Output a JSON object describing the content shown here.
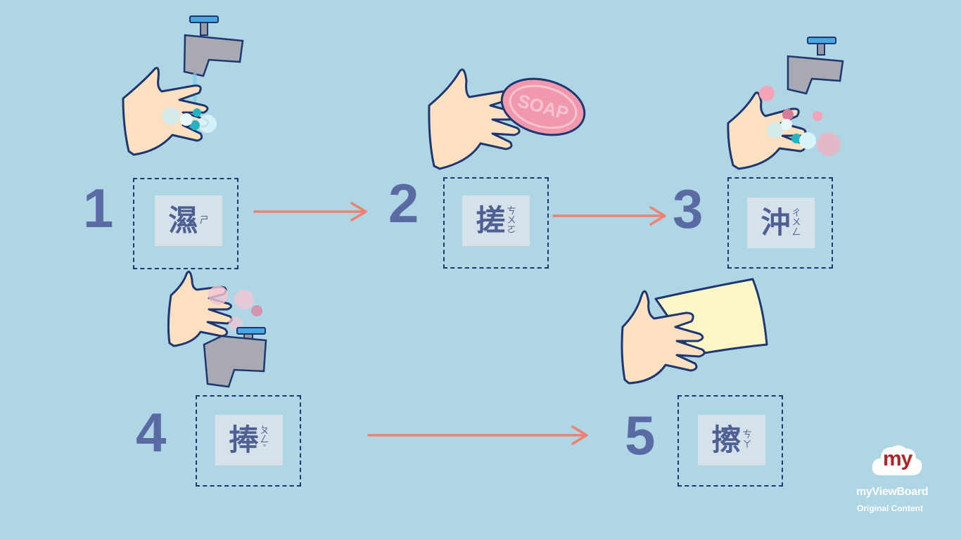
{
  "steps": [
    {
      "number": "1",
      "char": "濕",
      "bopomofo": [
        "ㄕ"
      ]
    },
    {
      "number": "2",
      "char": "搓",
      "bopomofo": [
        "ㄘ",
        "ㄨ",
        "ㄛ"
      ]
    },
    {
      "number": "3",
      "char": "沖",
      "bopomofo": [
        "ㄔ",
        "ㄨ",
        "ㄥ"
      ]
    },
    {
      "number": "4",
      "char": "捧",
      "bopomofo": [
        "ㄆ",
        "ㄥ",
        "ˇ"
      ]
    },
    {
      "number": "5",
      "char": "擦",
      "bopomofo": [
        "ㄘ",
        "ㄚ"
      ]
    }
  ],
  "soap_label": "SOAP",
  "brand": {
    "badge": "my",
    "name": "myViewBoard",
    "tagline": "Original Content"
  },
  "colors": {
    "background": "#aed6e5",
    "number": "#5a6ba3",
    "arrow": "#f08070",
    "box_border": "#1f3770",
    "brand_red": "#b02428"
  }
}
